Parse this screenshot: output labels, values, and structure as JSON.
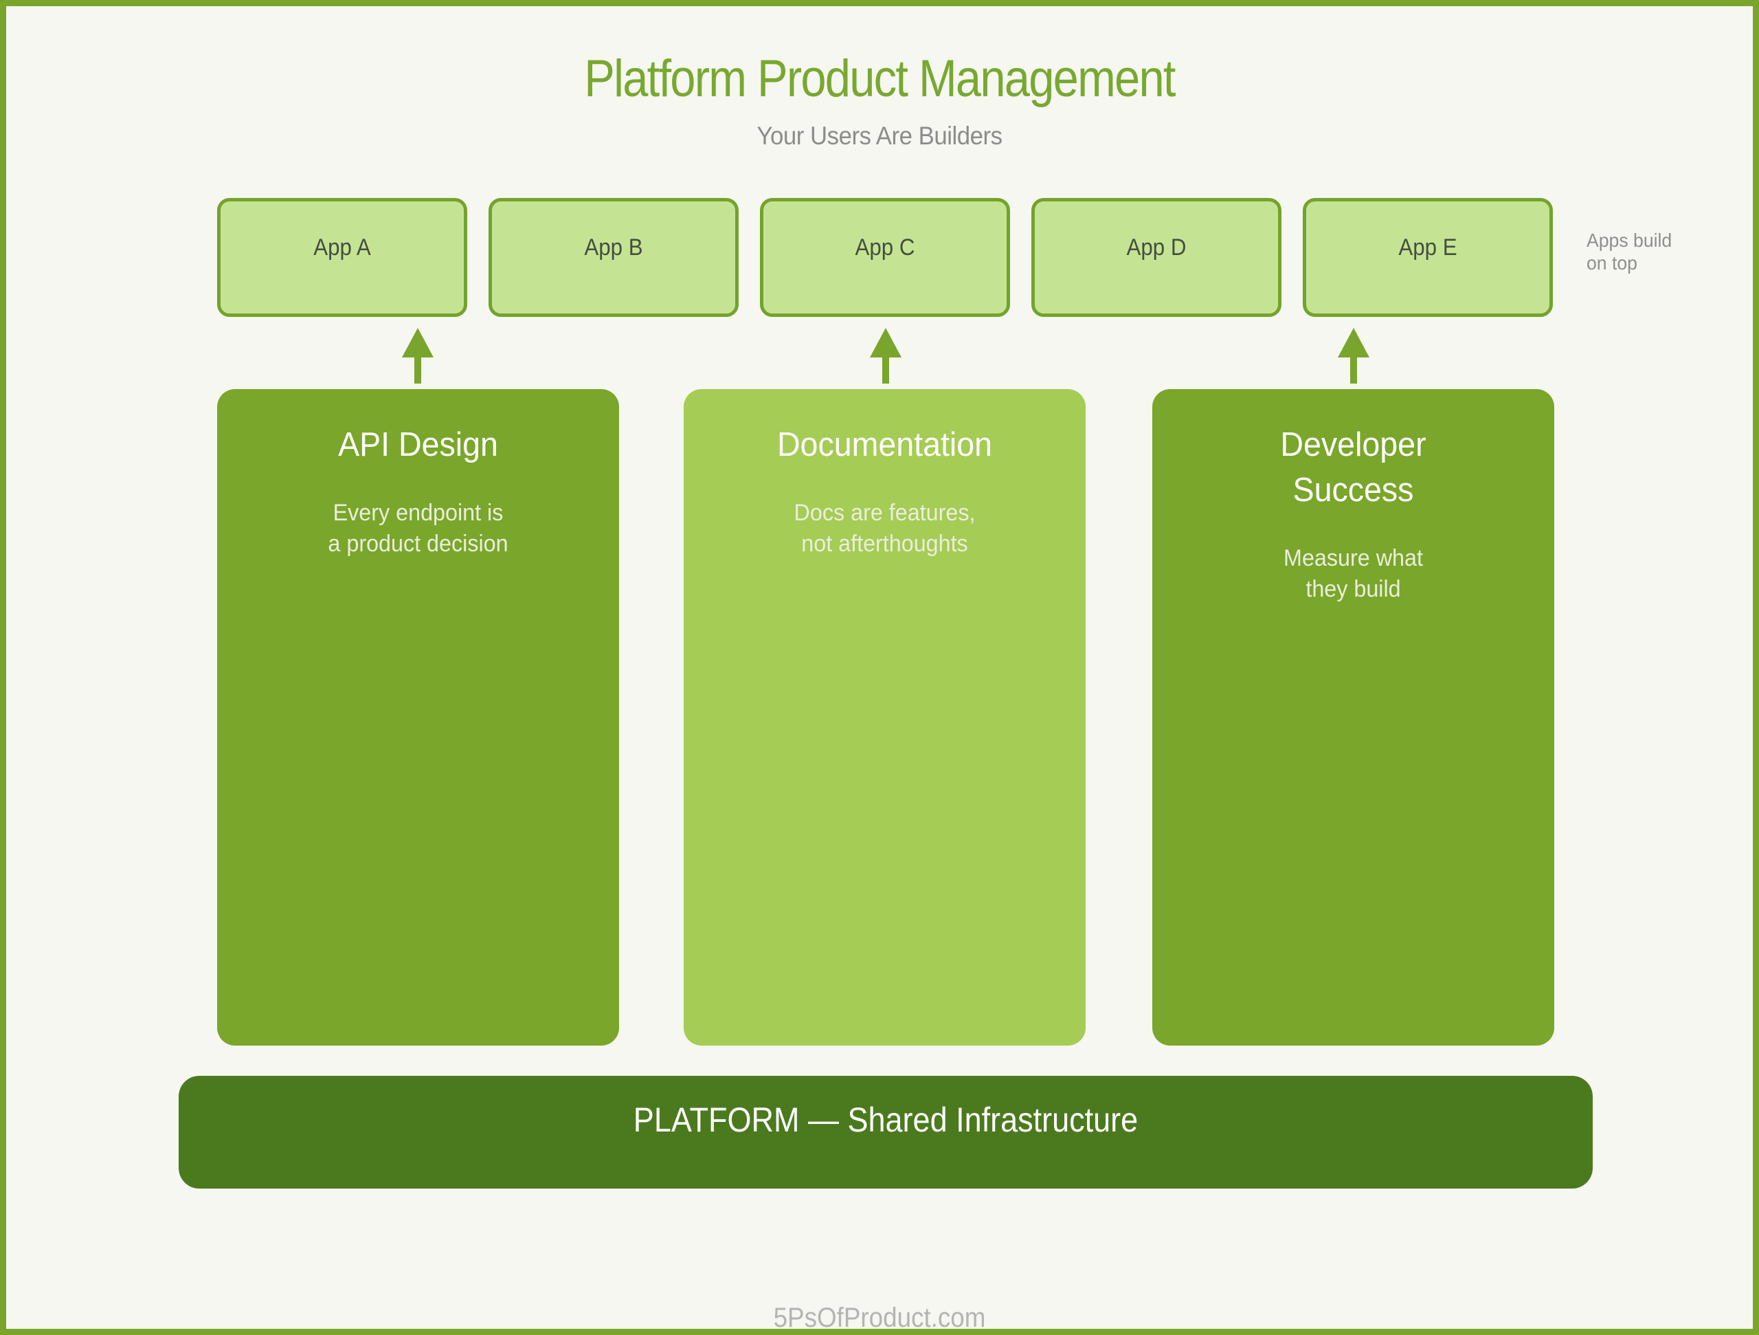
{
  "page": {
    "title": "Platform Product Management",
    "subtitle": "Your Users Are Builders",
    "footer": "5PsOfProduct.com"
  },
  "apps": {
    "items": [
      {
        "label": "App A"
      },
      {
        "label": "App B"
      },
      {
        "label": "App C"
      },
      {
        "label": "App D"
      },
      {
        "label": "App E"
      }
    ],
    "caption": "Apps build\non top"
  },
  "pillars": [
    {
      "title": "API Design",
      "body": "Every endpoint is\na product decision",
      "color": "#7aa62b"
    },
    {
      "title": "Documentation",
      "body": "Docs are features,\nnot afterthoughts",
      "color": "#a5cc55"
    },
    {
      "title": "Developer\nSuccess",
      "body": "Measure what\nthey build",
      "color": "#7aa62b"
    }
  ],
  "platform": {
    "label": "PLATFORM — Shared Infrastructure",
    "color": "#4b7a1e"
  },
  "icons": {
    "arrow": "up-arrow-icon"
  },
  "colors": {
    "background": "#f5f7f0",
    "frame_border": "#7aa42c",
    "title_green": "#79a830",
    "app_fill": "#c5e493",
    "app_border": "#74a32c",
    "app_text": "#454d40",
    "pillar_green": "#7aa62b",
    "pillar_light_green": "#a5cc55",
    "platform_dark_green": "#4b7a1e",
    "body_text_on_green": "#e9efdc",
    "subtitle_gray": "#8c8c8c",
    "caption_gray": "#8f8f8f",
    "footer_gray": "#b4b4b4"
  }
}
